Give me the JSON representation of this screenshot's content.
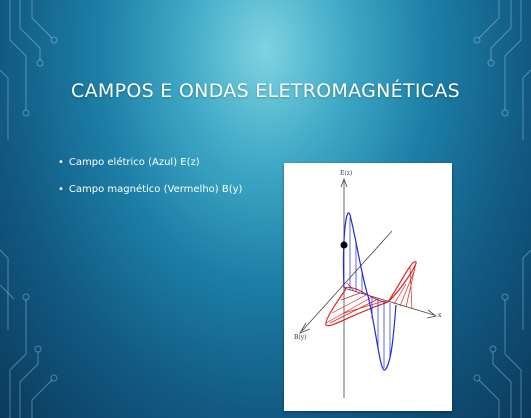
{
  "slide": {
    "title": "CAMPOS E ONDAS ELETROMAGNÉTICAS",
    "bullets": [
      "Campo elétrico (Azul) E(z)",
      "Campo magnético (Vermelho) B(y)"
    ]
  },
  "figure": {
    "axis_z_label": "E(z)",
    "axis_x_label": "x",
    "axis_y_label": "B(y)",
    "electric_color": "#1f2bd6",
    "magnetic_color": "#e02424"
  },
  "theme": {
    "background_center": "#7ed3e0",
    "background_edge": "#0b3a5c",
    "text_color": "#ffffff"
  }
}
